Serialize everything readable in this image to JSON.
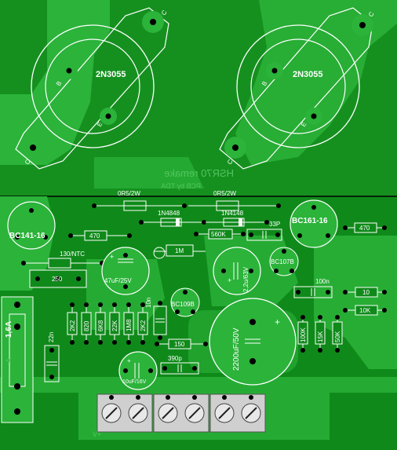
{
  "board": {
    "bg_color": "#0f8a1a",
    "trace_color": "#2bb33a",
    "silk_color": "#ffffff",
    "pad_color": "#000000",
    "title_mirrored": "HSR70 remake",
    "subtitle_mirrored": "PCB by TDA"
  },
  "transistors_power": [
    {
      "name": "2N3055",
      "pin_b": "B",
      "pin_e": "E",
      "pin_c1": "C",
      "pin_c2": "C"
    },
    {
      "name": "2N3055",
      "pin_b": "B",
      "pin_e": "E",
      "pin_c1": "C",
      "pin_c2": "C"
    }
  ],
  "small_transistors": [
    {
      "name": "BC141-16"
    },
    {
      "name": "BC161-16"
    },
    {
      "name": "BC107B"
    },
    {
      "name": "BC109B"
    }
  ],
  "resistors": {
    "r_left_0r5": "0R5/2W",
    "r_right_0r5": "0R5/2W",
    "r_470_left": "470",
    "r_470_right": "470",
    "r_560k": "560K",
    "r_130_ntc": "130/NTC",
    "r_250": "250",
    "r_1m": "1M",
    "r_10": "10",
    "r_10k": "10K",
    "r_150": "150",
    "bank": [
      "2K2",
      "820",
      "6K8",
      "22K",
      "1M8",
      "2K2"
    ],
    "right_bank": [
      "100K",
      "15K",
      "50K"
    ]
  },
  "diodes": {
    "d1": "1N4848",
    "d2": "1N4148"
  },
  "capacitors": {
    "c_33p": "33P",
    "c_47u": "47uF/25V",
    "c_2u2": "2,2u/63V",
    "c_100n": "100n",
    "c_22n": "22n",
    "c_10n": "10n",
    "c_390p": "390p",
    "c_10u": "10uF/16V",
    "c_2200u": "2200uF/50V"
  },
  "fuse": {
    "label": "1,6A",
    "side_text": "A"
  },
  "terminals": {
    "label": "V+"
  }
}
